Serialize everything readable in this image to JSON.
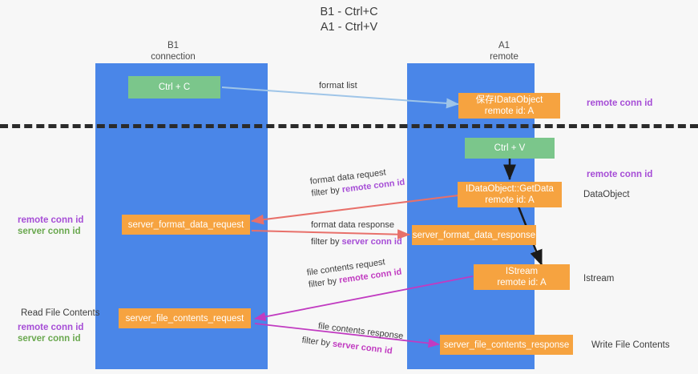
{
  "title": "B1 - Ctrl+C\nA1 - Ctrl+V",
  "columns": {
    "left": "B1\nconnection",
    "right": "A1\nremote"
  },
  "nodes": {
    "ctrl_c": "Ctrl + C",
    "save_idataobject": "保存IDataObject\nremote id: A",
    "ctrl_v": "Ctrl + V",
    "idataobject_getdata": "IDataObject::GetData\nremote id: A",
    "server_format_data_request": "server_format_data_request",
    "server_format_data_response": "server_format_data_response",
    "istream": "IStream\nremote id: A",
    "server_file_contents_request": "server_file_contents_request",
    "server_file_contents_response": "server_file_contents_response"
  },
  "right_notes": {
    "remote_conn_id_top": "remote conn id",
    "remote_conn_id_mid": "remote conn id",
    "dataobject": "DataObject",
    "istream": "Istream",
    "write_file_contents": "Write File Contents"
  },
  "left_notes": {
    "remote_conn_id": "remote conn id",
    "server_conn_id": "server conn id",
    "read_file_contents": "Read File Contents",
    "remote_conn_id_2": "remote conn id",
    "server_conn_id_2": "server conn id"
  },
  "edge_labels": {
    "format_list": "format list",
    "format_data_request": "format data request",
    "format_data_request_filter_prefix": "filter by ",
    "format_data_request_filter_key": "remote conn id",
    "format_data_response": "format data response",
    "format_data_response_filter_prefix": "filter by ",
    "format_data_response_filter_key": "server conn id",
    "file_contents_request": "file contents request",
    "file_contents_request_filter_prefix": "filter by ",
    "file_contents_request_filter_key": "remote conn id",
    "file_contents_response": "file contents response",
    "file_contents_response_filter_prefix": "filter by ",
    "file_contents_response_filter_key": "server conn id"
  },
  "colors": {
    "lane": "#4a86e8",
    "node_green": "#7bc68b",
    "node_orange": "#f6a340",
    "accent_purple": "#a64dd6",
    "accent_green": "#6aa84f",
    "edge_blue": "#9fc5e8",
    "edge_red": "#e8706a",
    "edge_magenta": "#c13bc1",
    "edge_black": "#1a1a1a",
    "divider": "#2b2b2b"
  }
}
